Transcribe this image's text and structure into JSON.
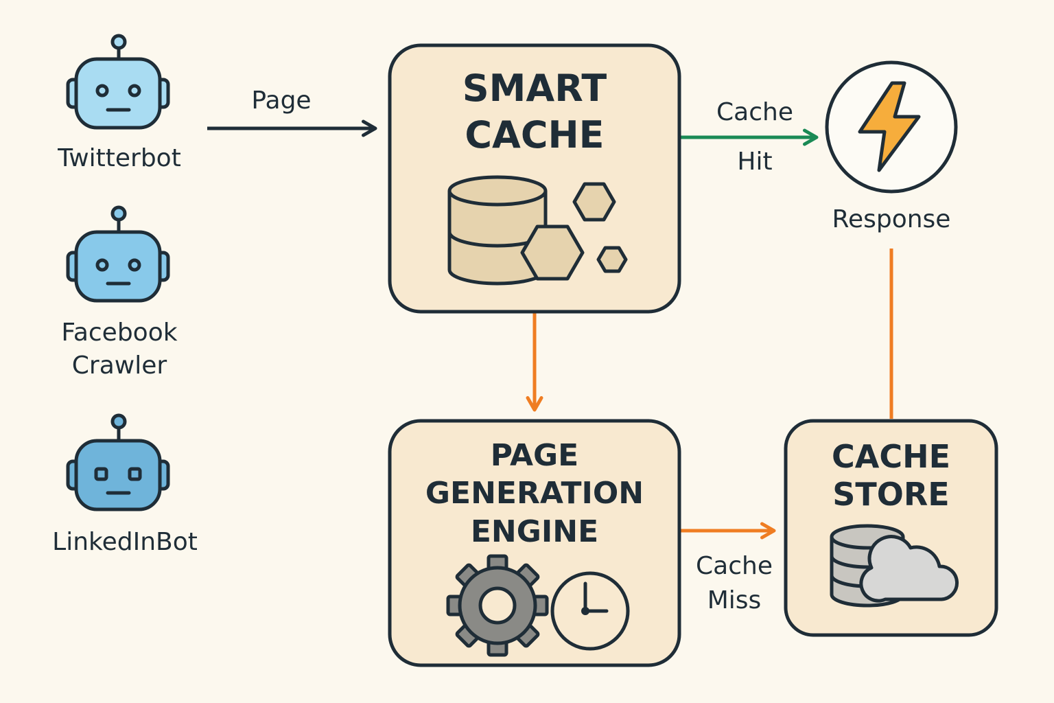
{
  "bots": [
    {
      "name": "Twitterbot",
      "icon": "robot-icon",
      "color": "#a9dcf2"
    },
    {
      "name": "Facebook Crawler",
      "line1": "Facebook",
      "line2": "Crawler",
      "icon": "robot-icon",
      "color": "#88c9ea"
    },
    {
      "name": "LinkedInBot",
      "icon": "robot-icon",
      "color": "#6fb4da"
    }
  ],
  "edges": {
    "page": "Page",
    "cache_hit": {
      "line1": "Cache",
      "line2": "Hit"
    },
    "cache_miss": {
      "line1": "Cache",
      "line2": "Miss"
    }
  },
  "nodes": {
    "smart_cache": {
      "line1": "SMART",
      "line2": "CACHE",
      "icon": "database-hexagons-icon"
    },
    "page_generation_engine": {
      "line1": "PAGE",
      "line2": "GENERATION",
      "line3": "ENGINE",
      "icons": [
        "gear-icon",
        "clock-icon"
      ]
    },
    "cache_store": {
      "line1": "CACHE",
      "line2": "STORE",
      "icon": "database-cloud-icon"
    },
    "response": {
      "label": "Response",
      "icon": "lightning-bolt-icon"
    }
  },
  "colors": {
    "background": "#fcf8ee",
    "box_fill": "#f8e9d0",
    "outline": "#1f2d37",
    "arrow_dark": "#1f2d37",
    "arrow_green": "#1a8a55",
    "arrow_orange": "#ef7d22",
    "bolt": "#f6ad3c",
    "gear": "#8a8a86",
    "db_tan": "#e6d3ae",
    "db_gray": "#c8c6c0",
    "cloud": "#d7d7d6"
  }
}
